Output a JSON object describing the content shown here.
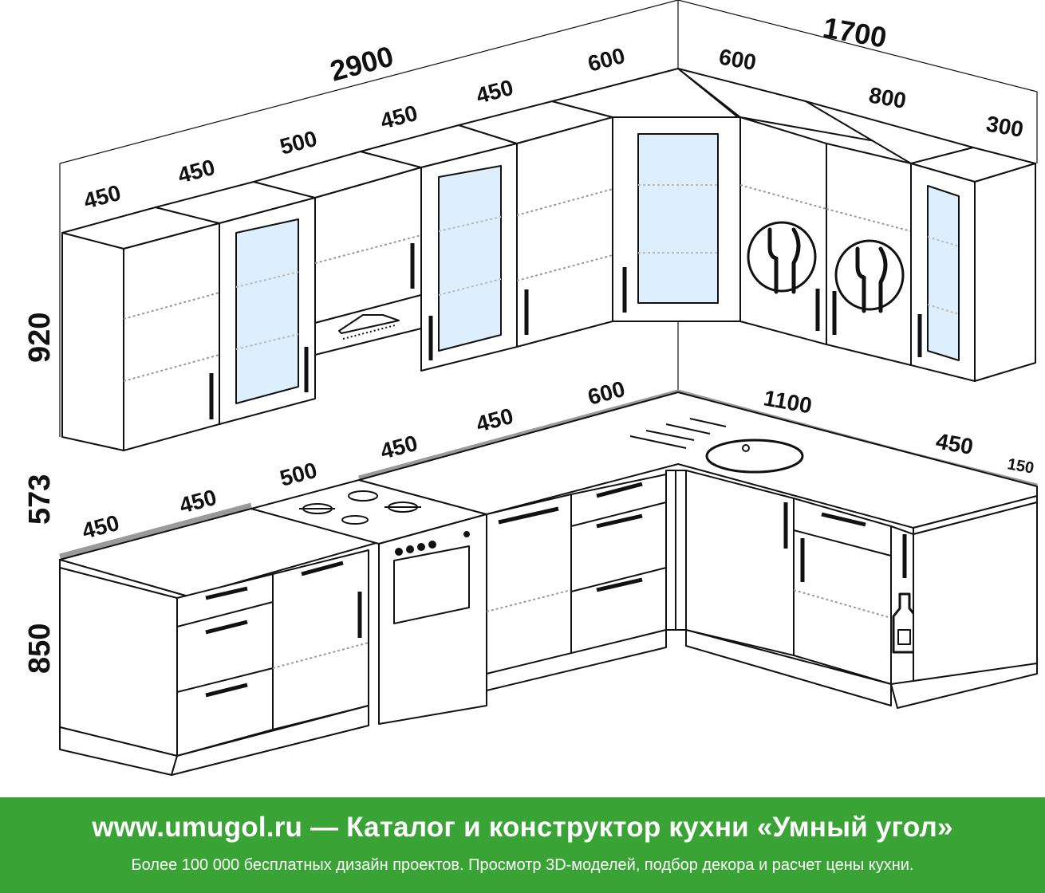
{
  "diagram": {
    "colors": {
      "line": "#111111",
      "glass": "#ddeefc",
      "worktop_edge": "#9a9a9a",
      "banner": "#3aa336"
    },
    "icons": [
      "cutlery-icon",
      "bottle-icon",
      "hood-icon",
      "hob-icon",
      "oven-icon",
      "sink-icon"
    ],
    "dimensions": {
      "left_wall_total": "2900",
      "right_wall_total": "1700",
      "upper_left": [
        "450",
        "450",
        "500",
        "450",
        "450",
        "600"
      ],
      "upper_right": [
        "600",
        "800",
        "300"
      ],
      "lower_left": [
        "450",
        "450",
        "500",
        "450",
        "450",
        "600"
      ],
      "lower_right": [
        "1100",
        "450",
        "150"
      ],
      "height_upper": "920",
      "height_gap": "573",
      "height_base": "850"
    }
  },
  "banner": {
    "title": "www.umugol.ru — Каталог и конструктор кухни «Умный угол»",
    "subtitle": "Более 100 000 бесплатных дизайн проектов. Просмотр 3D-моделей, подбор декора и расчет цены кухни."
  }
}
